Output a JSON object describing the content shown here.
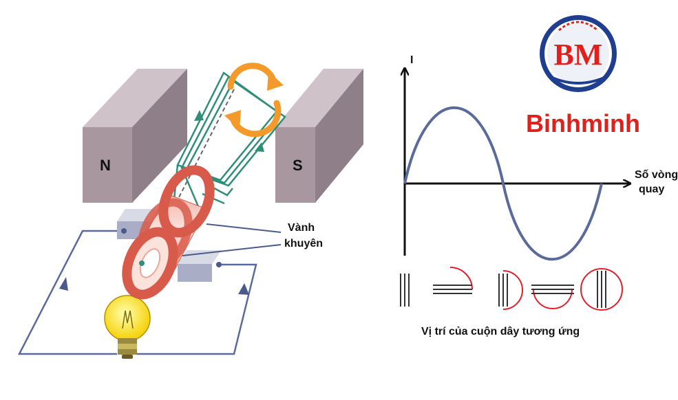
{
  "diagram": {
    "magnet_north_label": "N",
    "magnet_south_label": "S",
    "slip_ring_label_line1": "Vành",
    "slip_ring_label_line2": "khuyên",
    "graph_y_axis_label": "I",
    "graph_x_axis_label_line1": "Số vòng",
    "graph_x_axis_label_line2": "quay",
    "coil_positions_caption": "Vị trí của cuộn dây tương ứng"
  },
  "brand": {
    "logo_text": "BM",
    "name": "Binhminh",
    "color": "#e0201b",
    "logo_ring_color": "#1f3e8f"
  },
  "colors": {
    "magnet": "#a8979f",
    "coil": "#2f8e78",
    "slip_ring": "#d85a4a",
    "wire": "#5a6a9a",
    "rotation_arrow": "#f39a2a",
    "sine_curve": "#5a6a9a"
  }
}
